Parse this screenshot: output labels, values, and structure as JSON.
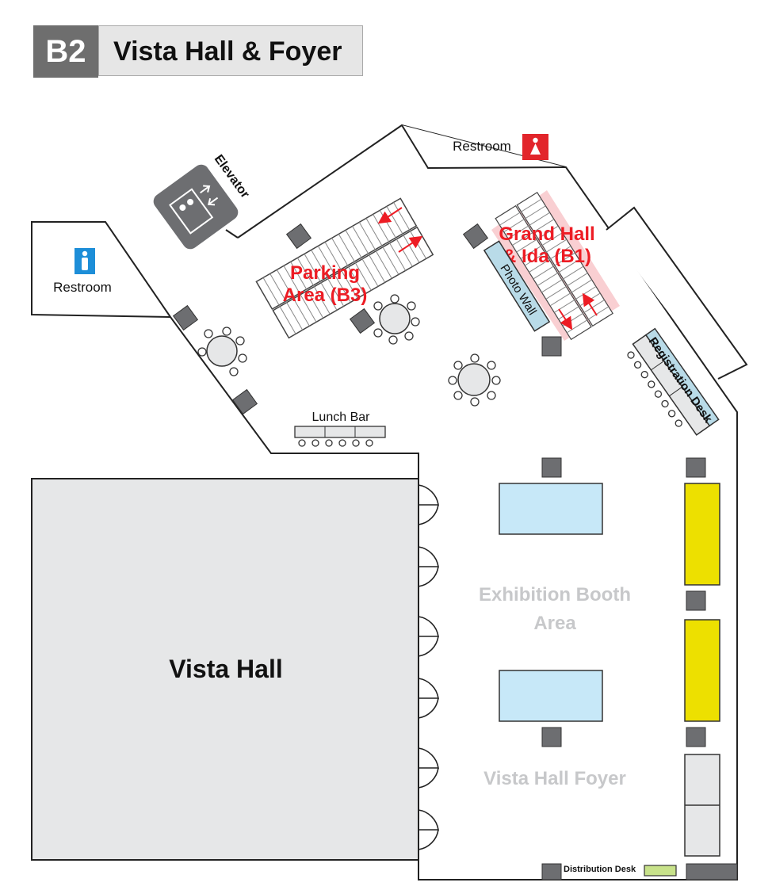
{
  "header": {
    "level_badge": "B2",
    "title": "Vista Hall & Foyer"
  },
  "labels": {
    "restroom_women": "Restroom",
    "restroom_men": "Restroom",
    "elevator": "Elevator",
    "parking_line1": "Parking",
    "parking_line2": "Area (B3)",
    "grand_line1": "Grand Hall",
    "grand_line2": "& Ida  (B1)",
    "photo_wall": "Photo Wall",
    "registration": "Registration Desk",
    "lunch_bar": "Lunch Bar",
    "vista_hall": "Vista Hall",
    "exhibition_line1": "Exhibition Booth",
    "exhibition_line2": "Area",
    "foyer": "Vista Hall Foyer",
    "distribution": "Distribution Desk"
  },
  "colors": {
    "wall": "#222222",
    "pillar": "#6d6e71",
    "hall_fill": "#e6e7e8",
    "highlight_red": "#ed1c24",
    "escalator_pink": "#f9cfd2",
    "booth_blue": "#c7e8f8",
    "yellow_block": "#ede000",
    "distribution_green": "#c8e28a",
    "foyer_text": "#c7c8ca",
    "men_blue": "#1d8ed8",
    "women_red": "#e2252b"
  },
  "icons": [
    "elevator-icon",
    "restroom-men-icon",
    "restroom-women-icon",
    "escalator-up-arrow",
    "escalator-down-arrow"
  ]
}
